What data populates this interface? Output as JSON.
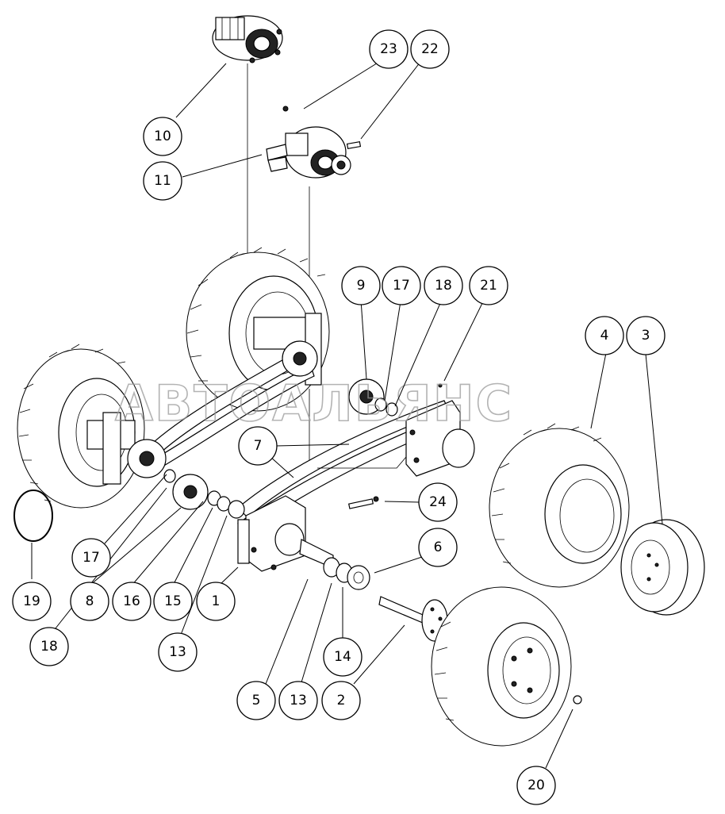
{
  "watermark": "АВТОАЛЬЯНС",
  "colors": {
    "line": "#000000",
    "background": "#ffffff",
    "watermark": "#9a9a9a"
  },
  "callouts": [
    {
      "id": "c10",
      "label": "10"
    },
    {
      "id": "c11",
      "label": "11"
    },
    {
      "id": "c23",
      "label": "23"
    },
    {
      "id": "c22",
      "label": "22"
    },
    {
      "id": "c9",
      "label": "9"
    },
    {
      "id": "c17a",
      "label": "17"
    },
    {
      "id": "c18a",
      "label": "18"
    },
    {
      "id": "c21",
      "label": "21"
    },
    {
      "id": "c4",
      "label": "4"
    },
    {
      "id": "c3",
      "label": "3"
    },
    {
      "id": "c7",
      "label": "7"
    },
    {
      "id": "c24",
      "label": "24"
    },
    {
      "id": "c6",
      "label": "6"
    },
    {
      "id": "c17b",
      "label": "17"
    },
    {
      "id": "c19",
      "label": "19"
    },
    {
      "id": "c8",
      "label": "8"
    },
    {
      "id": "c16",
      "label": "16"
    },
    {
      "id": "c15",
      "label": "15"
    },
    {
      "id": "c1",
      "label": "1"
    },
    {
      "id": "c18b",
      "label": "18"
    },
    {
      "id": "c13a",
      "label": "13"
    },
    {
      "id": "c14",
      "label": "14"
    },
    {
      "id": "c5",
      "label": "5"
    },
    {
      "id": "c13b",
      "label": "13"
    },
    {
      "id": "c2",
      "label": "2"
    },
    {
      "id": "c20",
      "label": "20"
    }
  ]
}
